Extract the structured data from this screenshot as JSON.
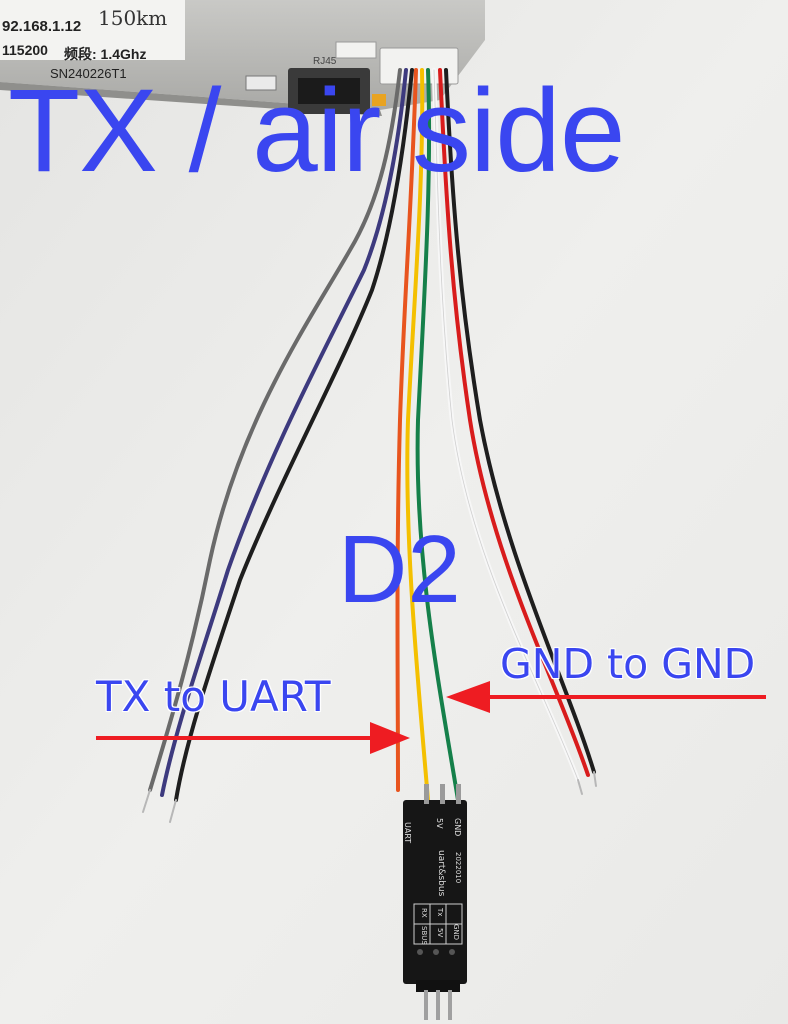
{
  "overlays": {
    "title": "TX / air side",
    "board_name": "D2",
    "tx_label": "TX to UART",
    "gnd_label": "GND to GND"
  },
  "device_sticker": {
    "range": "150km",
    "ip": "92.168.1.12",
    "baud": "115200",
    "freq": "频段: 1.4Ghz",
    "serial": "SN240226T1",
    "port": "RJ45"
  },
  "pcb_labels": {
    "uart": "UART",
    "five_v": "5V",
    "gnd": "GND",
    "brand": "uart&sbus",
    "code": "2022010",
    "sbus": "SBUS",
    "rx": "RX",
    "tx": "Tx",
    "five_v_2": "5V",
    "gnd_2": "GND"
  },
  "colors": {
    "overlay_blue": "#3a46f0",
    "arrow_red": "#ee1c22",
    "background": "#eeeeec",
    "wire_black": "#1e1e1e",
    "wire_purple": "#3d3a7e",
    "wire_gray": "#6a6a6a",
    "wire_orange": "#e8541e",
    "wire_yellow": "#f4c000",
    "wire_green": "#15804a",
    "wire_white": "#f7f7f7",
    "wire_red": "#d81c1c",
    "board_black": "#161616"
  },
  "icons": {
    "tx_arrow": "arrow-right-icon",
    "gnd_arrow": "arrow-left-icon"
  }
}
